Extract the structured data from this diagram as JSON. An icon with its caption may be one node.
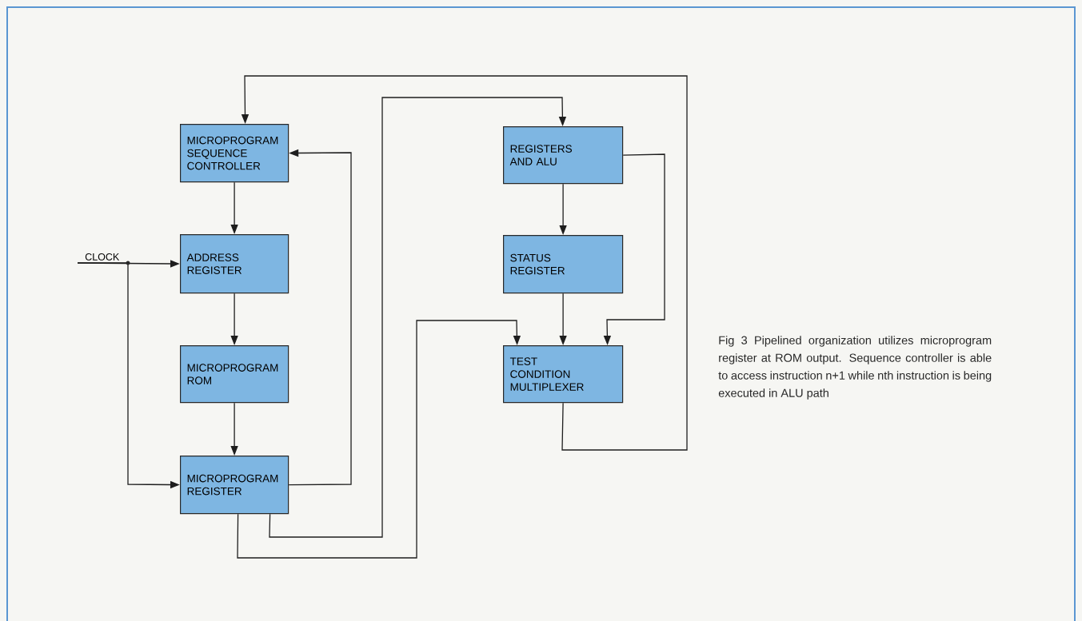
{
  "diagram": {
    "caption": "Fig 3  Pipelined organization utilizes microprogram register at ROM output. Sequence controller is able to access instruction n+1 while nth instruction is being executed in ALU path",
    "nodes": [
      {
        "text": [
          "MICROPROGRAM SEQUENCE CONTROLLER"
        ]
      },
      {
        "text": [
          "ADDRESS REGISTER"
        ]
      },
      {
        "text": [
          "MICROPROGRAM ROM"
        ]
      },
      {
        "text": [
          "MICROPROGRAM REGISTER"
        ]
      },
      {
        "text": [
          "REGISTERS AND ALU"
        ]
      },
      {
        "text": [
          "STATUS REGISTER"
        ]
      },
      {
        "text": [
          "TEST CONDITION MULTIPLEXER"
        ]
      },
      {
        "text": [
          "CLOCK"
        ]
      }
    ],
    "edges": [
      {
        "from": 0,
        "to": 1,
        "arrow": "to"
      },
      {
        "from": 1,
        "to": 2,
        "arrow": "to"
      },
      {
        "from": 2,
        "to": 3,
        "arrow": "to"
      },
      {
        "from": 7,
        "to": 1,
        "arrow": "to"
      },
      {
        "from": 7,
        "to": 3,
        "arrow": "to"
      },
      {
        "from": 3,
        "to": 0,
        "arrow": "to"
      },
      {
        "from": 3,
        "to": 4,
        "arrow": "to"
      },
      {
        "from": 3,
        "to": 6,
        "arrow": "to"
      },
      {
        "from": 4,
        "to": 5,
        "arrow": "to"
      },
      {
        "from": 5,
        "to": 6,
        "arrow": "to"
      },
      {
        "from": 4,
        "to": 6,
        "arrow": "to"
      },
      {
        "from": 6,
        "to": 0,
        "arrow": "to"
      }
    ]
  }
}
